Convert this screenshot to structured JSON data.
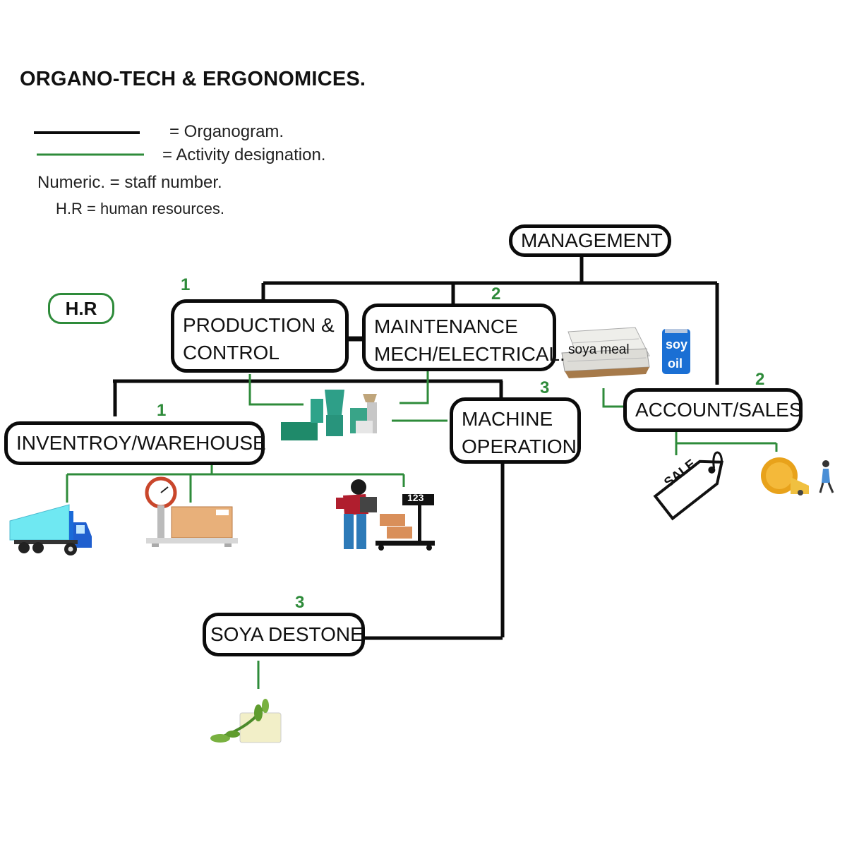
{
  "title": "ORGANO-TECH & ERGONOMICES.",
  "legend": {
    "organogram": "= Organogram.",
    "activity": "= Activity designation.",
    "numeric": "Numeric.  =  staff number.",
    "hr": "H.R = human resources."
  },
  "colors": {
    "organogram": "#0b0b0b",
    "activity": "#2e8b3a"
  },
  "nodes": {
    "management": "MANAGEMENT",
    "hr": "H.R",
    "production": [
      "PRODUCTION &",
      "CONTROL"
    ],
    "maintenance": [
      "MAINTENANCE",
      "MECH/ELECTRICAL."
    ],
    "inventory": "INVENTROY/WAREHOUSE",
    "machine": [
      "MACHINE",
      "OPERATION"
    ],
    "account": "ACCOUNT/SALES",
    "soya_destone": "SOYA DESTONE"
  },
  "staff_numbers": {
    "production": "1",
    "maintenance": "2",
    "inventory": "1",
    "machine": "3",
    "account": "2",
    "soya_destone": "3"
  },
  "image_labels": {
    "soya_meal": "soya meal",
    "soy_oil_top": "soy",
    "soy_oil_bottom": "oil",
    "scale_display": "123",
    "sale_tag": "SALE"
  },
  "icons": [
    "delivery-truck-icon",
    "weighing-scale-icon",
    "worker-with-scale-icon",
    "processing-machine-icon",
    "soya-meal-sacks-icon",
    "soy-oil-can-icon",
    "sale-tag-icon",
    "coin-icon",
    "soybean-plant-icon"
  ]
}
